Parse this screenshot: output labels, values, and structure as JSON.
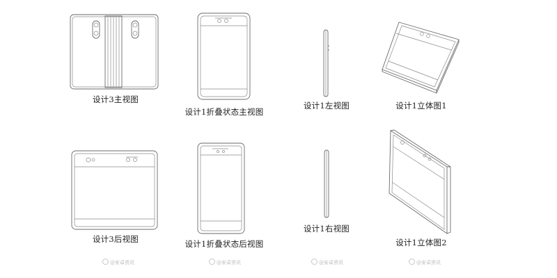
{
  "figures": [
    {
      "id": "design3-front",
      "caption": "设计3主视图"
    },
    {
      "id": "design1-folded-front",
      "caption": "设计1折叠状态主视图"
    },
    {
      "id": "design1-left",
      "caption": "设计1左视图"
    },
    {
      "id": "design1-perspective-1",
      "caption": "设计1立体图1"
    },
    {
      "id": "design3-rear",
      "caption": "设计3后视图"
    },
    {
      "id": "design1-folded-rear",
      "caption": "设计1折叠状态后视图"
    },
    {
      "id": "design1-right",
      "caption": "设计1右视图"
    },
    {
      "id": "design1-perspective-2",
      "caption": "设计1立体图2"
    }
  ],
  "watermark": "@安卓资讯",
  "colors": {
    "line": "#6a6a6a",
    "text": "#222222",
    "watermark": "#bdbdbd"
  }
}
